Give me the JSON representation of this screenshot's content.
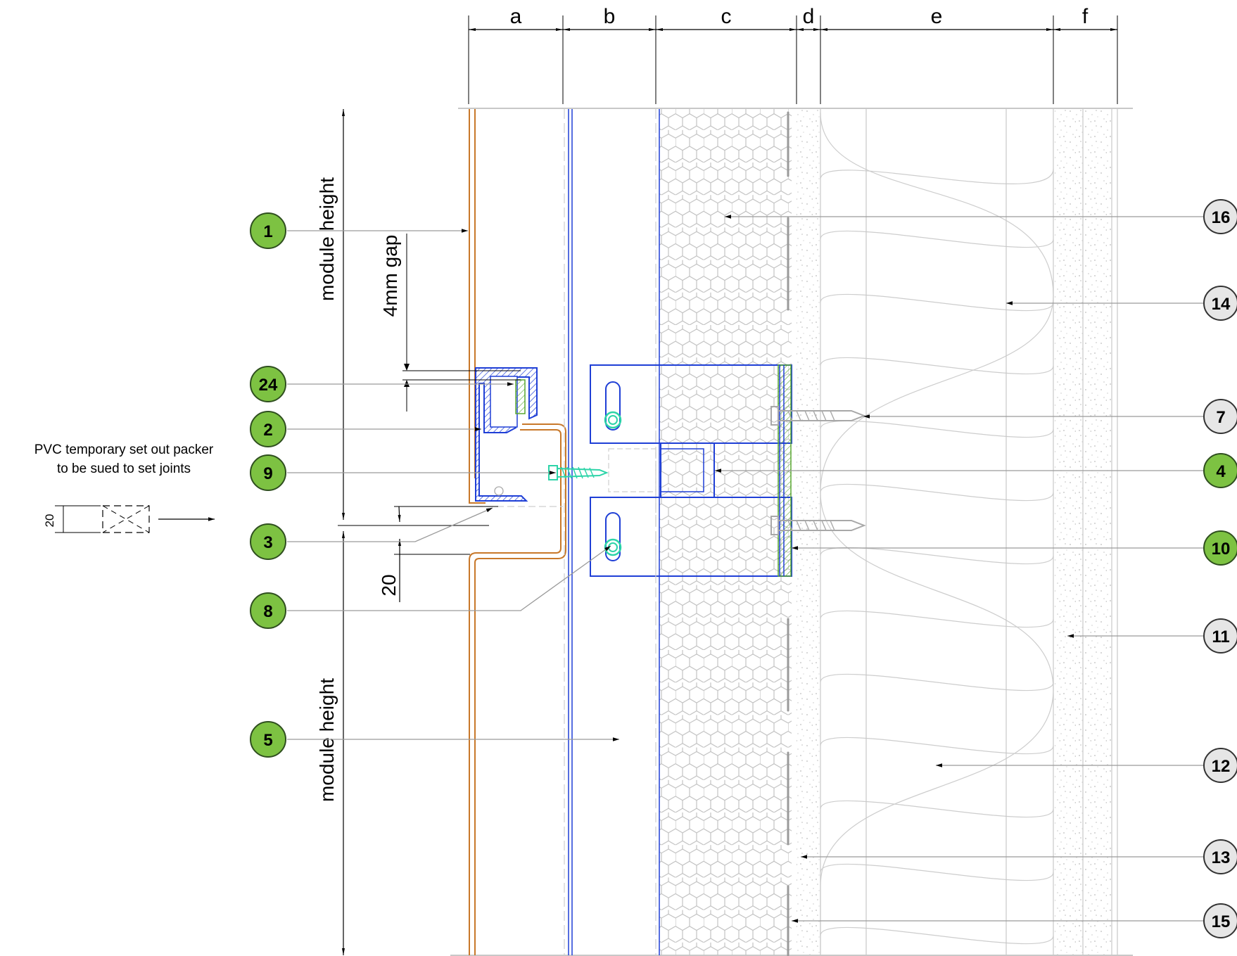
{
  "columns": [
    {
      "id": "a",
      "label": "a"
    },
    {
      "id": "b",
      "label": "b"
    },
    {
      "id": "c",
      "label": "c"
    },
    {
      "id": "d",
      "label": "d"
    },
    {
      "id": "e",
      "label": "e"
    },
    {
      "id": "f",
      "label": "f"
    }
  ],
  "dimensions": {
    "module_height_upper": "module height",
    "module_height_lower": "module height",
    "gap": "4mm gap",
    "twenty_main": "20",
    "twenty_packer": "20"
  },
  "packer_note": {
    "line1": "PVC temporary set out packer",
    "line2": "to be sued to set joints"
  },
  "callouts_left": [
    {
      "num": "1",
      "color": "green"
    },
    {
      "num": "24",
      "color": "green"
    },
    {
      "num": "2",
      "color": "green"
    },
    {
      "num": "9",
      "color": "green"
    },
    {
      "num": "3",
      "color": "green"
    },
    {
      "num": "8",
      "color": "green"
    },
    {
      "num": "5",
      "color": "green"
    }
  ],
  "callouts_right": [
    {
      "num": "16",
      "color": "grey"
    },
    {
      "num": "14",
      "color": "grey"
    },
    {
      "num": "7",
      "color": "grey"
    },
    {
      "num": "4",
      "color": "green"
    },
    {
      "num": "10",
      "color": "green"
    },
    {
      "num": "11",
      "color": "grey"
    },
    {
      "num": "12",
      "color": "grey"
    },
    {
      "num": "13",
      "color": "grey"
    },
    {
      "num": "15",
      "color": "grey"
    }
  ],
  "colors": {
    "green_fill": "#7dc242",
    "grey_fill": "#e6e6e6",
    "cladding": "#c8782a",
    "rail": "#1f3fd6",
    "fixing": "#2dd4a8",
    "leader": "#9a9a9a"
  }
}
